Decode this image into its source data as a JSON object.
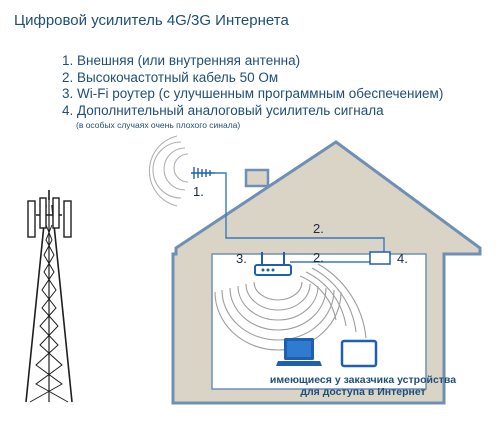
{
  "title": "Цифровой усилитель 4G/3G Интернета",
  "legend": [
    "1. Внешняя (или внутренняя антенна)",
    "2. Высокочастотный кабель 50 Ом",
    "3. Wi-Fi роутер (с улучшенным программным обеспечением)",
    "4. Дополнительный аналоговый усилитель сигнала"
  ],
  "legend_note": "(в особых случаях очень плохого синала)",
  "labels": {
    "antenna": "1.",
    "cable_attic": "2.",
    "cable_room": "2.",
    "router": "3.",
    "amplifier": "4."
  },
  "caption_line1": "имеющиеся у заказчика устройства",
  "caption_line2": "для доступа в Интернет",
  "colors": {
    "text": "#1f4e79",
    "house_fill": "#d9d4c6",
    "house_stroke": "#6f8fb5",
    "room": "#ffffff",
    "device": "#1f5fb0",
    "cable": "#3a78c2"
  }
}
